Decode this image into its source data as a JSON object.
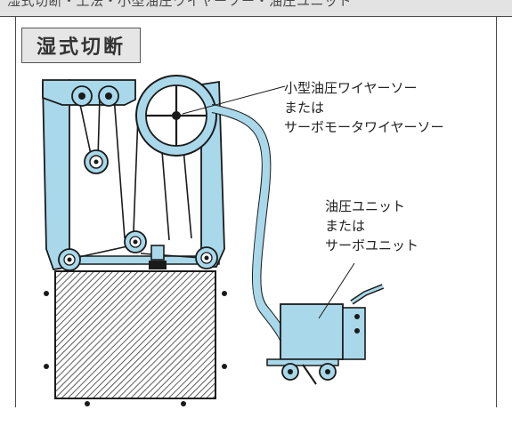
{
  "header": {
    "caption_strip": "湿式切断・工法・小型油圧ワイヤーソー・油圧ユニット"
  },
  "section": {
    "title": "湿式切断"
  },
  "callouts": {
    "saw": {
      "line1": "小型油圧ワイヤーソー",
      "line2": "または",
      "line3": "サーボモータワイヤーソー"
    },
    "unit": {
      "line1": "油圧ユニット",
      "line2": "または",
      "line3": "サーボユニット"
    }
  },
  "colors": {
    "machine_body": "#a8d8ea",
    "outline": "#1a1a1a",
    "frame": "#4a4a4a",
    "title_bg": "#e6e6e6"
  }
}
